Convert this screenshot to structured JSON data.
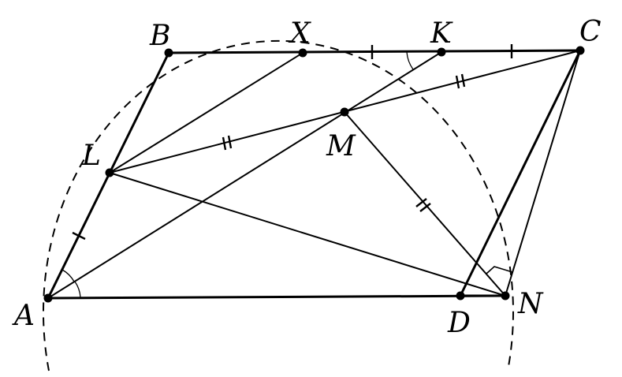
{
  "points": {
    "A": "A",
    "B": "B",
    "X": "X",
    "K": "K",
    "C": "C",
    "L": "L",
    "M": "M",
    "D": "D",
    "N": "N"
  }
}
